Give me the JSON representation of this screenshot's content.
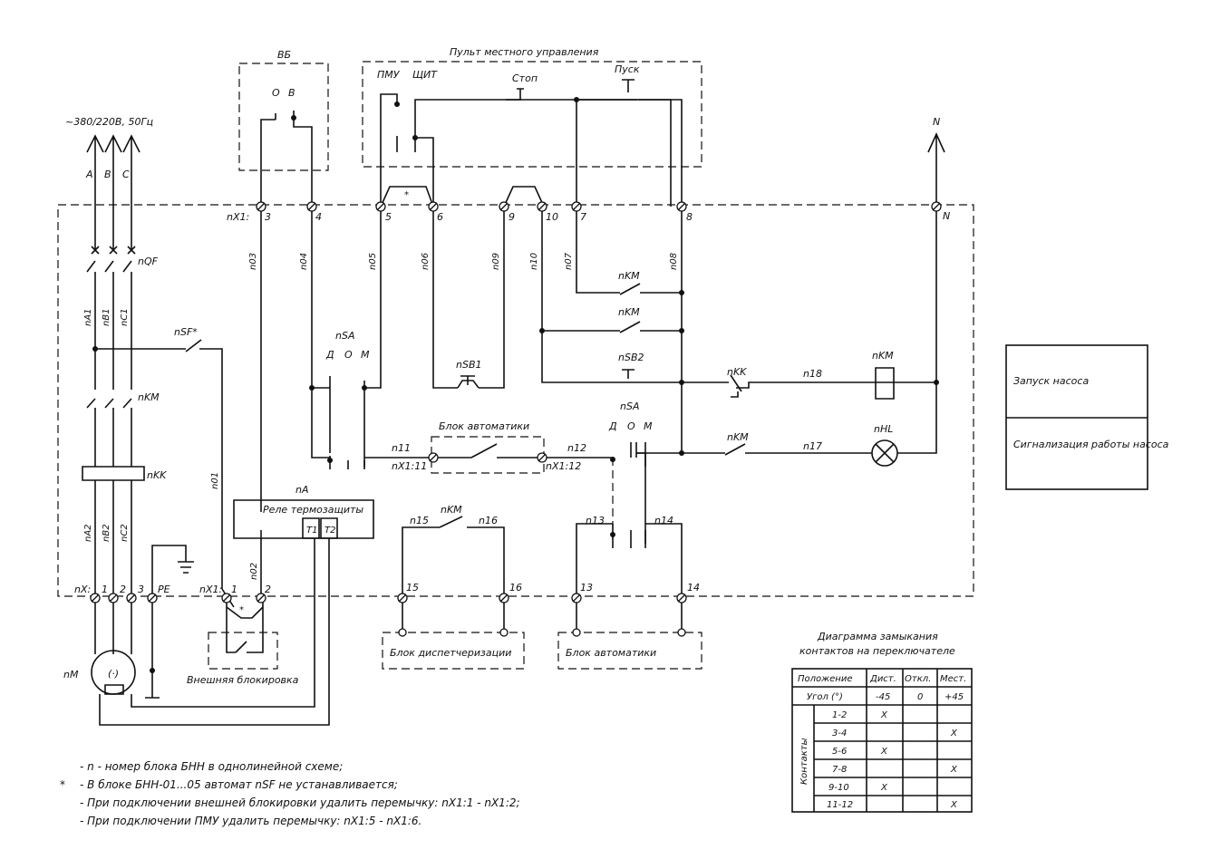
{
  "supply": {
    "voltage": "~380/220В, 50Гц",
    "phases": [
      "A",
      "B",
      "C"
    ],
    "neutral": "N"
  },
  "boxes": {
    "vb": {
      "title": "ВБ",
      "contacts": [
        "О",
        "В"
      ]
    },
    "local_panel": {
      "title": "Пульт местного управления",
      "labels": [
        "ПМУ",
        "ЩИТ",
        "Стоп",
        "Пуск"
      ]
    },
    "external_lock": {
      "title": "Внешняя блокировка"
    },
    "dispatch": {
      "title": "Блок диспетчеризации"
    },
    "automation_bottom": {
      "title": "Блок автоматики"
    },
    "automation_mid": {
      "title": "Блок автоматики"
    },
    "relay": {
      "ref": "nA",
      "title": "Реле термозащиты",
      "t1": "T1",
      "t2": "T2"
    }
  },
  "terminals_top": {
    "prefix": "nX1:",
    "items": [
      "3",
      "4",
      "5",
      "6",
      "9",
      "10",
      "7",
      "8",
      "N"
    ]
  },
  "terminals_bottom": {
    "prefix": "nX:",
    "items": [
      "1",
      "2",
      "3",
      "PE"
    ]
  },
  "terminals_lock": {
    "prefix": "nX1:",
    "items": [
      "1",
      "2"
    ]
  },
  "terminals_right": [
    "15",
    "16",
    "13",
    "14"
  ],
  "terminal_labels_mid": [
    "nX1:11",
    "nX1:12"
  ],
  "wire_labels": {
    "vertical": [
      "n03",
      "n04",
      "n05",
      "n06",
      "n09",
      "n10",
      "n07",
      "n08",
      "nA1",
      "nB1",
      "nC1",
      "nA2",
      "nB2",
      "nC2",
      "n01",
      "n02"
    ],
    "horizontal": [
      "n11",
      "n12",
      "n13",
      "n14",
      "n15",
      "n16",
      "n17",
      "n18"
    ]
  },
  "components": {
    "qf": "nQF",
    "sf": "nSF*",
    "km": "nKM",
    "kk": "nKK",
    "motor": "nM",
    "sa": "nSA",
    "sa_positions": [
      "Д",
      "О",
      "М"
    ],
    "sb1": "nSB1",
    "sb2": "nSB2",
    "hl": "nHL"
  },
  "function_table": [
    "Запуск насоса",
    "Сигнализация работы насоса"
  ],
  "contact_table": {
    "title": [
      "Диаграмма замыкания",
      "контактов на переключателе"
    ],
    "header": [
      "Положение",
      "Дист.",
      "Откл.",
      "Мест."
    ],
    "angle_row": [
      "Угол (°)",
      "-45",
      "0",
      "+45"
    ],
    "side_label": "Контакты",
    "rows": [
      {
        "name": "1-2",
        "cells": [
          "X",
          "",
          ""
        ]
      },
      {
        "name": "3-4",
        "cells": [
          "",
          "",
          "X"
        ]
      },
      {
        "name": "5-6",
        "cells": [
          "X",
          "",
          ""
        ]
      },
      {
        "name": "7-8",
        "cells": [
          "",
          "",
          "X"
        ]
      },
      {
        "name": "9-10",
        "cells": [
          "X",
          "",
          ""
        ]
      },
      {
        "name": "11-12",
        "cells": [
          "",
          "",
          "X"
        ]
      }
    ]
  },
  "notes": [
    {
      "mark": "",
      "text": "- n - номер блока БНН в однолинейной схеме;"
    },
    {
      "mark": "*",
      "text": "- В блоке БНН-01...05 автомат nSF не устанавливается;"
    },
    {
      "mark": "",
      "text": "- При подключении внешней блокировки удалить перемычку: nX1:1 - nX1:2;"
    },
    {
      "mark": "",
      "text": "- При подключении ПМУ удалить перемычку: nX1:5 - nX1:6."
    }
  ]
}
